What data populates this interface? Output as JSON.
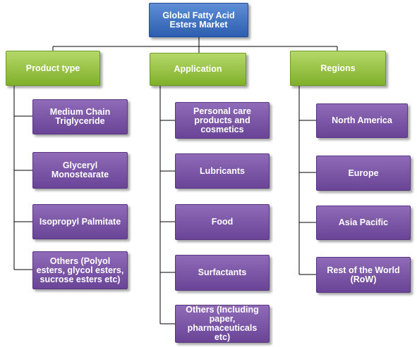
{
  "root": {
    "label": "Global Fatty Acid Esters Market"
  },
  "categories": [
    {
      "label": "Product type",
      "items": [
        "Medium Chain Triglyceride",
        "Glyceryl Monostearate",
        "Isopropyl Palmitate",
        "Others (Polyol esters, glycol esters, sucrose esters etc)"
      ]
    },
    {
      "label": "Application",
      "items": [
        "Personal care products and cosmetics",
        "Lubricants",
        "Food",
        "Surfactants",
        "Others (Including paper, pharmaceuticals etc)"
      ]
    },
    {
      "label": "Regions",
      "items": [
        "North America",
        "Europe",
        "Asia Pacific",
        "Rest of the World (RoW)"
      ]
    }
  ],
  "colors": {
    "root": "#3a6cc0",
    "category": "#92c13b",
    "leaf": "#7a52a6",
    "connector": "#000000"
  }
}
